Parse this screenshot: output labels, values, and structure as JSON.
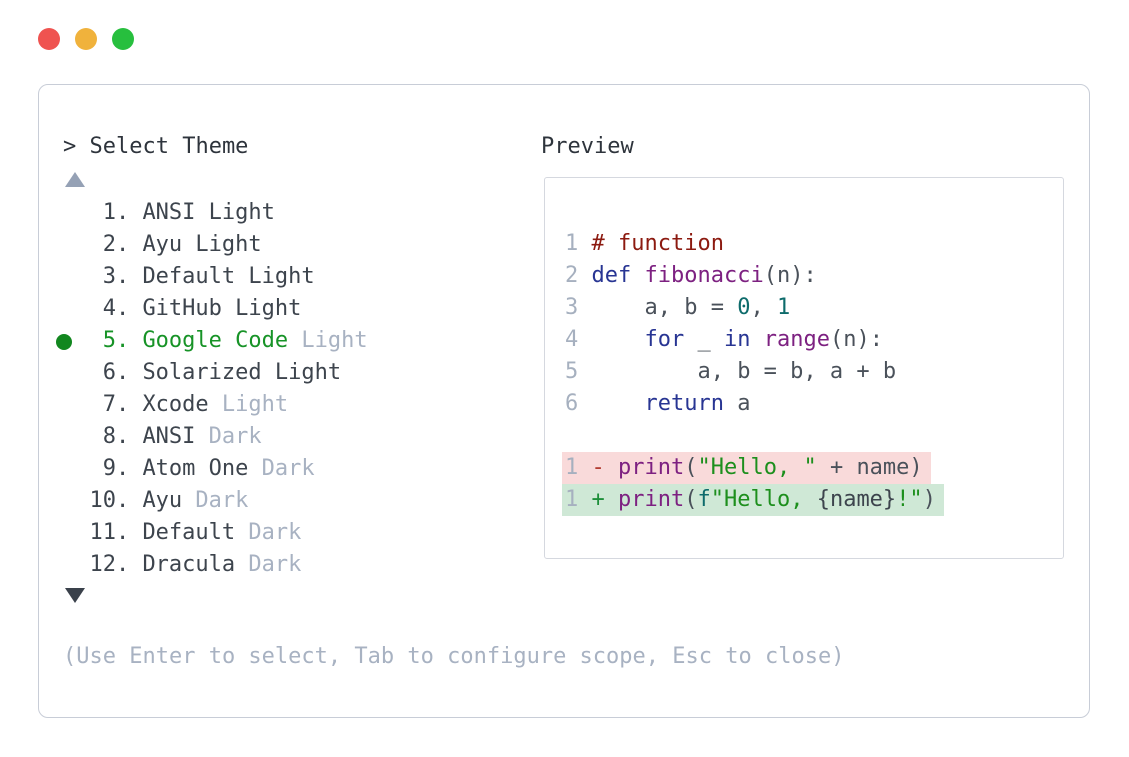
{
  "colors": {
    "accent_green": "#179327",
    "selected_dot_green": "#12871f",
    "muted_text": "#a8b2c2",
    "main_text": "#3d444d",
    "removed_line_bg": "#f9dada",
    "added_line_bg": "#cfe8d6",
    "traffic_red": "#ef5350",
    "traffic_yellow": "#f0b23c",
    "traffic_green": "#27bf3e",
    "syntax": {
      "comment": "#8c1a10",
      "keyword": "#283593",
      "function": "#7d2181",
      "number": "#0d6b6b",
      "string": "#1d8f1d"
    }
  },
  "window": {
    "controls": [
      "close",
      "minimize",
      "maximize"
    ]
  },
  "picker": {
    "prompt": "> Select Theme",
    "scroll_up_icon": "triangle-up",
    "scroll_down_icon": "triangle-down",
    "items": [
      {
        "number": "1.",
        "label": "ANSI",
        "variant": "Light",
        "variant_muted": false,
        "selected": false
      },
      {
        "number": "2.",
        "label": "Ayu",
        "variant": "Light",
        "variant_muted": false,
        "selected": false
      },
      {
        "number": "3.",
        "label": "Default",
        "variant": "Light",
        "variant_muted": false,
        "selected": false
      },
      {
        "number": "4.",
        "label": "GitHub",
        "variant": "Light",
        "variant_muted": false,
        "selected": false
      },
      {
        "number": "5.",
        "label": "Google Code",
        "variant": "Light",
        "variant_muted": true,
        "selected": true
      },
      {
        "number": "6.",
        "label": "Solarized",
        "variant": "Light",
        "variant_muted": false,
        "selected": false
      },
      {
        "number": "7.",
        "label": "Xcode",
        "variant": "Light",
        "variant_muted": true,
        "selected": false
      },
      {
        "number": "8.",
        "label": "ANSI",
        "variant": "Dark",
        "variant_muted": true,
        "selected": false
      },
      {
        "number": "9.",
        "label": "Atom One",
        "variant": "Dark",
        "variant_muted": true,
        "selected": false
      },
      {
        "number": "10.",
        "label": "Ayu",
        "variant": "Dark",
        "variant_muted": true,
        "selected": false
      },
      {
        "number": "11.",
        "label": "Default",
        "variant": "Dark",
        "variant_muted": true,
        "selected": false
      },
      {
        "number": "12.",
        "label": "Dracula",
        "variant": "Dark",
        "variant_muted": true,
        "selected": false
      }
    ],
    "footer_hint": "(Use Enter to select, Tab to configure scope, Esc to close)"
  },
  "preview": {
    "title": "Preview",
    "code_lines": [
      {
        "num": "1",
        "tokens": [
          {
            "text": "# function",
            "type": "comment"
          }
        ]
      },
      {
        "num": "2",
        "tokens": [
          {
            "text": "def",
            "type": "keyword"
          },
          {
            "text": " ",
            "type": "plain"
          },
          {
            "text": "fibonacci",
            "type": "title"
          },
          {
            "text": "(n):",
            "type": "plain"
          }
        ]
      },
      {
        "num": "3",
        "tokens": [
          {
            "text": "    a, b = ",
            "type": "plain"
          },
          {
            "text": "0",
            "type": "number"
          },
          {
            "text": ", ",
            "type": "plain"
          },
          {
            "text": "1",
            "type": "number"
          }
        ]
      },
      {
        "num": "4",
        "tokens": [
          {
            "text": "    ",
            "type": "plain"
          },
          {
            "text": "for",
            "type": "keyword"
          },
          {
            "text": " _ ",
            "type": "plain"
          },
          {
            "text": "in",
            "type": "keyword"
          },
          {
            "text": " ",
            "type": "plain"
          },
          {
            "text": "range",
            "type": "title"
          },
          {
            "text": "(n):",
            "type": "plain"
          }
        ]
      },
      {
        "num": "5",
        "tokens": [
          {
            "text": "        a, b = b, a + b",
            "type": "plain"
          }
        ]
      },
      {
        "num": "6",
        "tokens": [
          {
            "text": "    ",
            "type": "plain"
          },
          {
            "text": "return",
            "type": "keyword"
          },
          {
            "text": " a",
            "type": "plain"
          }
        ]
      }
    ],
    "diff_lines": [
      {
        "num": "1",
        "kind": "removed",
        "tokens": [
          {
            "text": "- ",
            "type": "minus"
          },
          {
            "text": "print",
            "type": "title"
          },
          {
            "text": "(",
            "type": "plain"
          },
          {
            "text": "\"Hello, \"",
            "type": "string"
          },
          {
            "text": " + name)",
            "type": "plain"
          }
        ]
      },
      {
        "num": "1",
        "kind": "added",
        "tokens": [
          {
            "text": "+ ",
            "type": "plus"
          },
          {
            "text": "print",
            "type": "title"
          },
          {
            "text": "(",
            "type": "plain"
          },
          {
            "text": "f",
            "type": "fprefix"
          },
          {
            "text": "\"Hello, ",
            "type": "string"
          },
          {
            "text": "{name}",
            "type": "subst"
          },
          {
            "text": "!\"",
            "type": "string"
          },
          {
            "text": ")",
            "type": "plain"
          }
        ]
      }
    ]
  }
}
